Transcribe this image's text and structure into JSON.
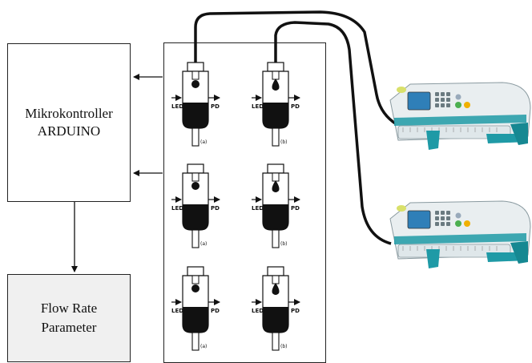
{
  "controller": {
    "line1": "Mikrokontroller",
    "line2": "ARDUINO"
  },
  "flow_rate": {
    "line1": "Flow Rate",
    "line2": "Parameter"
  },
  "sensor": {
    "led_label": "LED",
    "pd_label": "PD"
  },
  "chambers": [
    {
      "tag": "(a)",
      "drop": "round"
    },
    {
      "tag": "(b)",
      "drop": "teardrop"
    },
    {
      "tag": "(a)",
      "drop": "round"
    },
    {
      "tag": "(b)",
      "drop": "teardrop"
    },
    {
      "tag": "(a)",
      "drop": "round"
    },
    {
      "tag": "(b)",
      "drop": "teardrop"
    }
  ],
  "pumps": [
    {
      "name": "syringe-pump-1"
    },
    {
      "name": "syringe-pump-2"
    }
  ],
  "colors": {
    "line": "#111111",
    "pump_body": "#e9eef0",
    "pump_accent": "#1f9aa6",
    "screen": "#2f7fb8"
  }
}
